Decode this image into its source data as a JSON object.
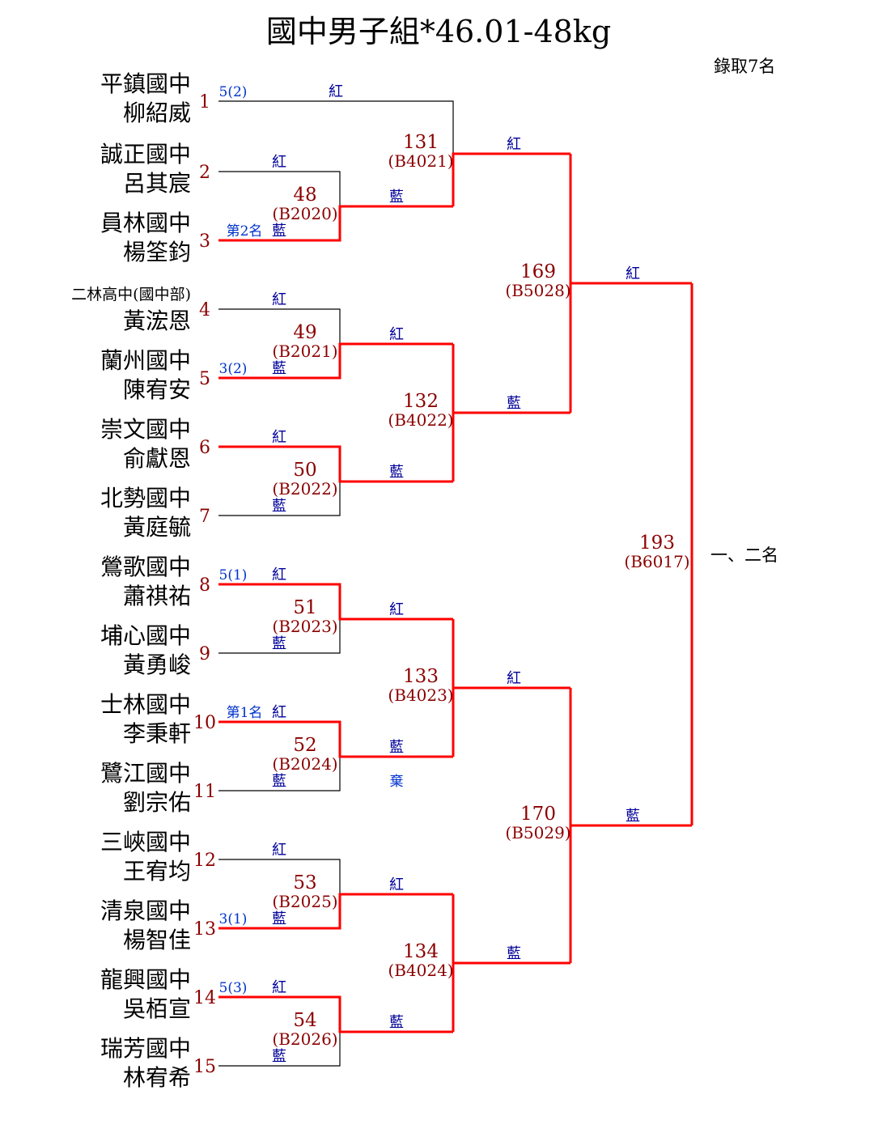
{
  "title": "國中男子組*46.01-48kg",
  "note": "錄取7名",
  "final_label": "一、二名",
  "colors": {
    "winner_path": "#ff0000",
    "bracket_line": "#000000",
    "match_number": "#8b0000",
    "corner_label": "#000099",
    "annotation": "#0033cc"
  },
  "competitors": [
    {
      "seed": "1",
      "school": "平鎮國中",
      "name": "柳紹威",
      "anno": "5(2)",
      "corner": "紅"
    },
    {
      "seed": "2",
      "school": "誠正國中",
      "name": "呂其宸",
      "corner": "紅"
    },
    {
      "seed": "3",
      "school": "員林國中",
      "name": "楊筌鈞",
      "anno": "第2名",
      "corner": "藍"
    },
    {
      "seed": "4",
      "school": "二林高中(國中部)",
      "name": "黃浤恩",
      "corner": "紅"
    },
    {
      "seed": "5",
      "school": "蘭州國中",
      "name": "陳宥安",
      "anno": "3(2)",
      "corner": "藍"
    },
    {
      "seed": "6",
      "school": "崇文國中",
      "name": "俞獻恩",
      "corner": "紅"
    },
    {
      "seed": "7",
      "school": "北勢國中",
      "name": "黃庭毓",
      "corner": "藍"
    },
    {
      "seed": "8",
      "school": "鶯歌國中",
      "name": "蕭祺祐",
      "anno": "5(1)",
      "corner": "紅"
    },
    {
      "seed": "9",
      "school": "埔心國中",
      "name": "黃勇峻",
      "corner": "藍"
    },
    {
      "seed": "10",
      "school": "士林國中",
      "name": "李秉軒",
      "anno": "第1名",
      "corner": "紅"
    },
    {
      "seed": "11",
      "school": "鷺江國中",
      "name": "劉宗佑",
      "corner": "藍",
      "forfeit": "棄"
    },
    {
      "seed": "12",
      "school": "三峽國中",
      "name": "王宥均",
      "corner": "紅"
    },
    {
      "seed": "13",
      "school": "清泉國中",
      "name": "楊智佳",
      "anno": "3(1)",
      "corner": "藍"
    },
    {
      "seed": "14",
      "school": "龍興國中",
      "name": "吳栢宣",
      "anno": "5(3)",
      "corner": "紅"
    },
    {
      "seed": "15",
      "school": "瑞芳國中",
      "name": "林宥希",
      "corner": "藍"
    }
  ],
  "matches": {
    "m48": {
      "num": "48",
      "code": "(B2020)",
      "out": "藍"
    },
    "m49": {
      "num": "49",
      "code": "(B2021)",
      "out": "紅"
    },
    "m50": {
      "num": "50",
      "code": "(B2022)",
      "out": "藍"
    },
    "m51": {
      "num": "51",
      "code": "(B2023)",
      "out": "紅"
    },
    "m52": {
      "num": "52",
      "code": "(B2024)",
      "out": "藍"
    },
    "m53": {
      "num": "53",
      "code": "(B2025)",
      "out": "紅"
    },
    "m54": {
      "num": "54",
      "code": "(B2026)",
      "out": "藍"
    },
    "m131": {
      "num": "131",
      "code": "(B4021)",
      "out": "紅"
    },
    "m132": {
      "num": "132",
      "code": "(B4022)",
      "out": "藍"
    },
    "m133": {
      "num": "133",
      "code": "(B4023)",
      "out": "紅"
    },
    "m134": {
      "num": "134",
      "code": "(B4024)",
      "out": "藍"
    },
    "m169": {
      "num": "169",
      "code": "(B5028)",
      "out": "紅"
    },
    "m170": {
      "num": "170",
      "code": "(B5029)",
      "out": "藍"
    },
    "m193": {
      "num": "193",
      "code": "(B6017)"
    }
  }
}
